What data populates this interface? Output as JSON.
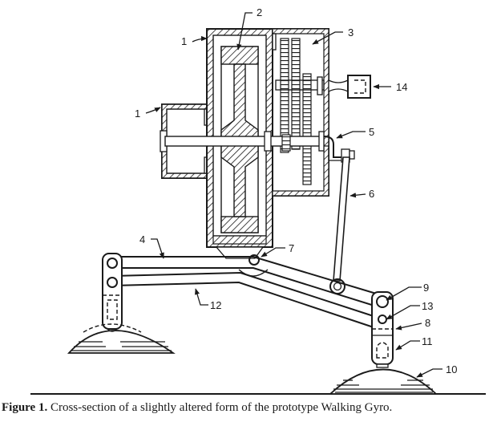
{
  "figure": {
    "caption_prefix": "Figure 1.",
    "caption_text": "Cross-section of a slightly altered form of the prototype Walking Gyro.",
    "subject": "Walking Gyro cross-section",
    "labels": [
      {
        "id": "1",
        "text": "1",
        "part": "housing (upper)"
      },
      {
        "id": "1b",
        "text": "1",
        "part": "housing (side bearing box)"
      },
      {
        "id": "2",
        "text": "2",
        "part": "gyro flywheel"
      },
      {
        "id": "3",
        "text": "3",
        "part": "gear box"
      },
      {
        "id": "4",
        "text": "4",
        "part": "upper leg link"
      },
      {
        "id": "5",
        "text": "5",
        "part": "crank"
      },
      {
        "id": "6",
        "text": "6",
        "part": "connecting rod"
      },
      {
        "id": "7",
        "text": "7",
        "part": "hip pivot"
      },
      {
        "id": "8",
        "text": "8",
        "part": "ankle bracket"
      },
      {
        "id": "9",
        "text": "9",
        "part": "knee pivot"
      },
      {
        "id": "10",
        "text": "10",
        "part": "foot pad (right)"
      },
      {
        "id": "11",
        "text": "11",
        "part": "foot socket"
      },
      {
        "id": "12",
        "text": "12",
        "part": "lower leg link"
      },
      {
        "id": "13",
        "text": "13",
        "part": "ankle pivot"
      },
      {
        "id": "14",
        "text": "14",
        "part": "motor"
      }
    ]
  }
}
